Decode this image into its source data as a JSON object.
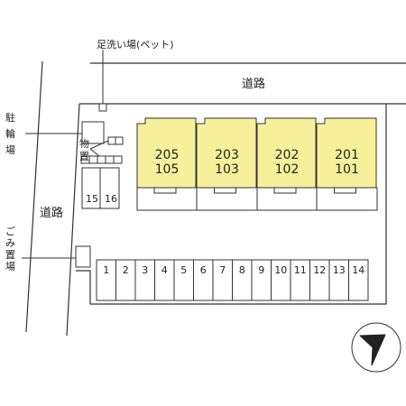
{
  "labels": {
    "footwash": "足洗い場(ペット)",
    "road_top": "道路",
    "road_left": "道路",
    "bike_parking": "駐輪場",
    "storage": "物置",
    "garbage": "ごみ置場"
  },
  "units": [
    {
      "upper": "205",
      "lower": "105"
    },
    {
      "upper": "203",
      "lower": "103"
    },
    {
      "upper": "202",
      "lower": "102"
    },
    {
      "upper": "201",
      "lower": "101"
    }
  ],
  "parking_side": [
    "15",
    "16"
  ],
  "parking_row": [
    "1",
    "2",
    "3",
    "4",
    "5",
    "6",
    "7",
    "8",
    "9",
    "10",
    "11",
    "12",
    "13",
    "14"
  ],
  "colors": {
    "building_fill": "#f7f09a",
    "line": "#333333"
  },
  "icons": {
    "compass": "north-arrow-icon"
  }
}
